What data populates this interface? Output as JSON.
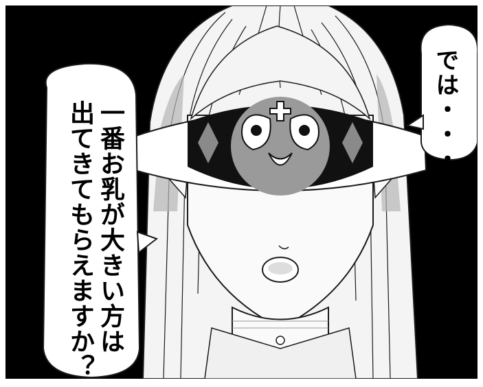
{
  "speech_bubbles": {
    "left": {
      "lines": [
        "一番お乳が大きい方は",
        "出てきてもらえますか？"
      ]
    },
    "right": {
      "lines": [
        "では・・・・"
      ]
    }
  },
  "colors": {
    "background": "#000000",
    "bubble_fill": "#ffffff",
    "hair": "#f4f4f4",
    "line_art": "#1a1a1a",
    "tone": "#9a9a9a",
    "mask_dark": "#111111",
    "skin": "#fafafa"
  },
  "icons": {
    "mask_emblem": "owl-face-icon",
    "mask_diamonds": "diamond-icon"
  }
}
